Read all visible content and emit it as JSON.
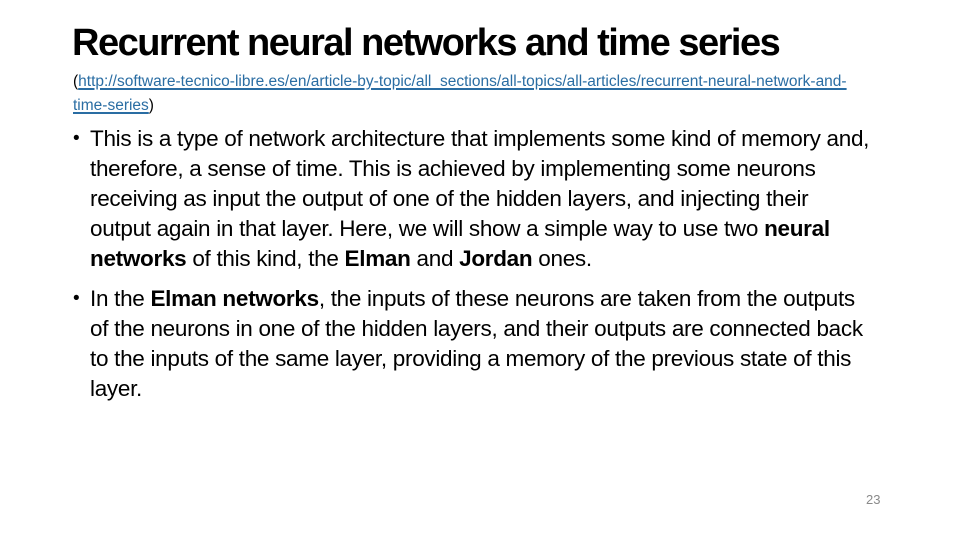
{
  "slide": {
    "title": "Recurrent neural networks and time series",
    "link": {
      "prefix": "(",
      "url_text": "http://software-tecnico-libre.es/en/article-by-topic/all_sections/all-topics/all-articles/recurrent-neural-network-and-time-series",
      "suffix": ")"
    },
    "bullet_char": "•",
    "bullets": [
      {
        "segments": [
          {
            "text": "This is a type of network architecture that implements some kind of memory and, therefore, a sense of time. This is achieved by implementing some neurons receiving as input the output of one of the hidden layers, and injecting their output again in that layer. Here, we will show a simple way to use two ",
            "bold": false
          },
          {
            "text": "neural networks",
            "bold": true
          },
          {
            "text": " of this kind, the ",
            "bold": false
          },
          {
            "text": "Elman",
            "bold": true
          },
          {
            "text": " and ",
            "bold": false
          },
          {
            "text": "Jordan",
            "bold": true
          },
          {
            "text": " ones.",
            "bold": false
          }
        ]
      },
      {
        "segments": [
          {
            "text": "In the ",
            "bold": false
          },
          {
            "text": "Elman networks",
            "bold": true
          },
          {
            "text": ", the inputs of these neurons are taken from the outputs of the neurons in one of the hidden layers, and their outputs are connected back to the inputs of the same layer, providing a memory of the previous state of this layer.",
            "bold": false
          }
        ]
      }
    ],
    "page_number": "23",
    "colors": {
      "background": "#FFFFFF",
      "title": "#000000",
      "body": "#000000",
      "link": "#2A6DA3",
      "page_number": "#8A8A8A"
    }
  }
}
